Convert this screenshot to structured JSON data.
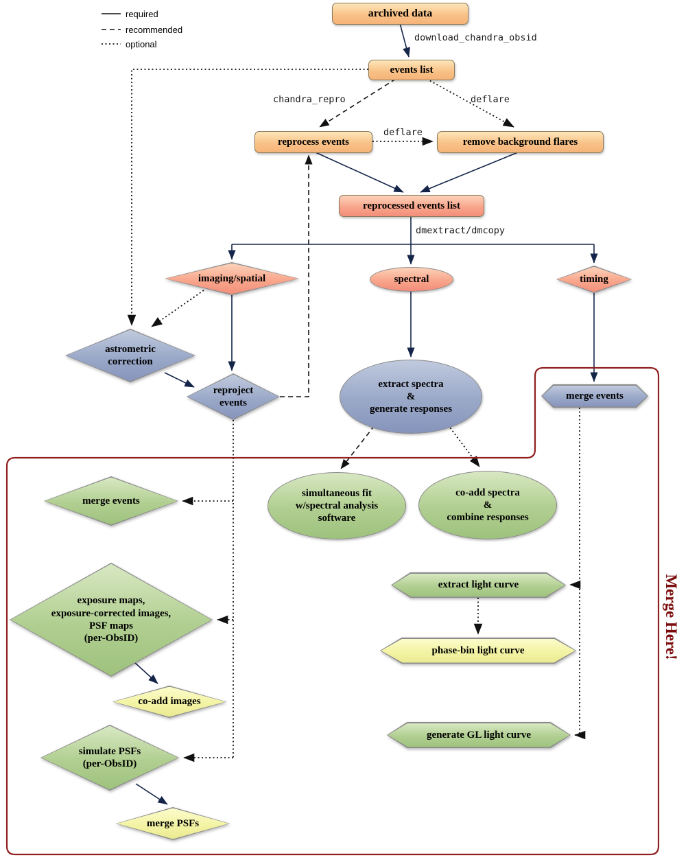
{
  "legend": {
    "required": "required",
    "recommended": "recommended",
    "optional": "optional"
  },
  "nodes": {
    "archived_data": "archived data",
    "events_list": "events list",
    "reprocess_events": "reprocess events",
    "remove_background_flares": "remove background flares",
    "reprocessed_events_list": "reprocessed events list",
    "imaging_spatial": "imaging/spatial",
    "spectral": "spectral",
    "timing": "timing",
    "astrometric_correction": "astrometric\ncorrection",
    "reproject_events": "reproject\nevents",
    "extract_spectra": "extract spectra\n&\ngenerate responses",
    "merge_events_timing": "merge events",
    "merge_events_imaging": "merge events",
    "simultaneous_fit": "simultaneous fit\nw/spectral analysis\nsoftware",
    "coadd_spectra": "co-add spectra\n&\ncombine responses",
    "extract_light_curve": "extract light curve",
    "phase_bin_light_curve": "phase-bin light curve",
    "exposure_maps": "exposure maps,\nexposure-corrected images,\nPSF maps\n(per-ObsID)",
    "coadd_images": "co-add images",
    "simulate_psfs": "simulate PSFs\n(per-ObsID)",
    "merge_psfs": "merge PSFs",
    "generate_gl_light_curve": "generate GL light curve"
  },
  "edge_labels": {
    "download_chandra_obsid": "download_chandra_obsid",
    "chandra_repro": "chandra_repro",
    "deflare_optional": "deflare",
    "deflare_between": "deflare",
    "dmextract_dmcopy": "dmextract/dmcopy"
  },
  "annotations": {
    "merge_here": "Merge Here!"
  },
  "colors": {
    "orange_node": "#f9c288",
    "red_node": "#f8a68c",
    "blue_node": "#9aa8c8",
    "green_node": "#b0ce90",
    "yellow_node": "#f3f3a4",
    "merge_border": "#8f1f1f",
    "merge_text": "#7b0c0c",
    "solid_edge": "#15254a",
    "optional_edge": "#111111"
  }
}
